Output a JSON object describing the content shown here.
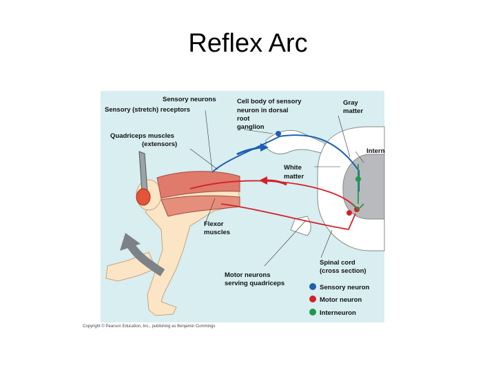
{
  "title": "Reflex Arc",
  "labels": {
    "sensory_neurons": "Sensory neurons",
    "stretch_receptors": "Sensory (stretch) receptors",
    "cell_body_line1": "Cell body of sensory",
    "cell_body_line2": "neuron in dorsal",
    "cell_body_line3": "root",
    "cell_body_line4": "ganglion",
    "gray_matter_line1": "Gray",
    "gray_matter_line2": "matter",
    "quadriceps_line1": "Quadriceps muscles",
    "quadriceps_line2": "(extensors)",
    "interneurons": "Interneurons",
    "white_matter_line1": "White",
    "white_matter_line2": "matter",
    "flexor_line1": "Flexor",
    "flexor_line2": "muscles",
    "spinal_cord_line1": "Spinal cord",
    "spinal_cord_line2": "(cross section)",
    "motor_neurons_line1": "Motor neurons",
    "motor_neurons_line2": "serving quadriceps"
  },
  "legend": [
    {
      "label": "Sensory neuron",
      "color": "#1e5fb0"
    },
    {
      "label": "Motor neuron",
      "color": "#d4202a"
    },
    {
      "label": "Interneuron",
      "color": "#1e9a4a"
    }
  ],
  "copyright": "Copyright © Pearson Education, Inc., publishing as Benjamin Cummings"
}
